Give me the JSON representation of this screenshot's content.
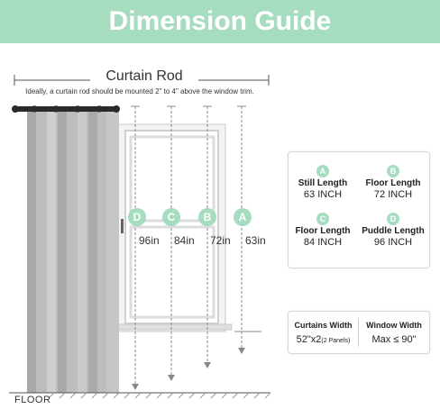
{
  "header": {
    "title": "Dimension Guide"
  },
  "rod": {
    "label": "Curtain Rod",
    "note": "Ideally, a curtain rod should be mounted 2\" to 4\" above the window trim."
  },
  "diagram_labels": [
    {
      "letter": "D",
      "value": "96in"
    },
    {
      "letter": "C",
      "value": "84in"
    },
    {
      "letter": "B",
      "value": "72in"
    },
    {
      "letter": "A",
      "value": "63in"
    }
  ],
  "lengths": [
    {
      "letter": "A",
      "name": "Still Length",
      "value": "63 INCH"
    },
    {
      "letter": "B",
      "name": "Floor Length",
      "value": "72 INCH"
    },
    {
      "letter": "C",
      "name": "Floor Length",
      "value": "84 INCH"
    },
    {
      "letter": "D",
      "name": "Puddle Length",
      "value": "96 INCH"
    }
  ],
  "sizes": {
    "curtains_label": "Curtains Width",
    "curtains_value": "52\"x2",
    "curtains_note": "(2 Panels)",
    "window_label": "Window Width",
    "window_value": "Max ≤ 90\""
  },
  "floor": {
    "label": "FLOOR"
  },
  "colors": {
    "accent": "#a6dcc0",
    "curtain": "#bdbdbd",
    "rod": "#2a2a2a"
  }
}
